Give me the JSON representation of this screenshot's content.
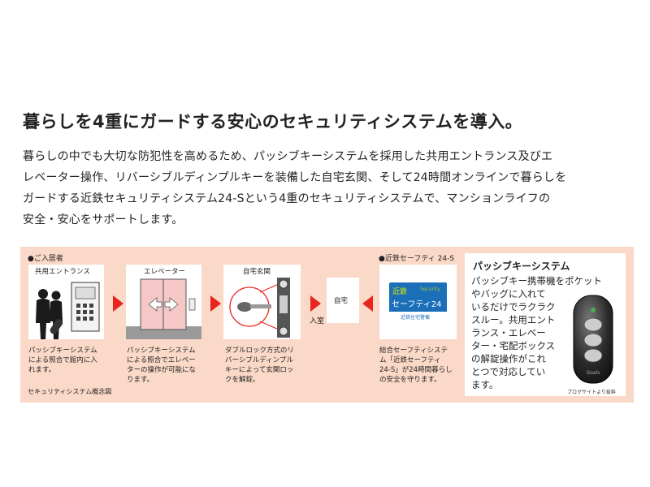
{
  "headline": "暮らしを4重にガードする安心のセキュリティシステムを導入。",
  "intro_lines": [
    "暮らしの中でも大切な防犯性を高めるため、パッシブキーシステムを採用した共用エントランス及びエ",
    "レベーター操作、リバーシブルディンプルキーを装備した自宅玄関、そして24時間オンラインで暮らしを",
    "ガードする近鉄セキュリティシステム24-Sという4重のセキュリティシステムで、マンションライフの",
    "安全・安心をサポートします。"
  ],
  "diagram": {
    "resident_label": "●ご入居者",
    "security_label": "●近鉄セーフティ 24-S",
    "concept_label": "セキュリティシステム概念図",
    "entrance": {
      "title": "共用エントランス",
      "caption": [
        "パッシブキーシステム",
        "による照合で館内に入",
        "れます。"
      ]
    },
    "elevator": {
      "title": "エレベーター",
      "caption": [
        "パッシブキーシステム",
        "による照合でエレベー",
        "ターの操作が可能にな",
        "ります。"
      ]
    },
    "door": {
      "title": "自宅玄関",
      "caption": [
        "ダブルロック方式のリ",
        "バーシブルディンプル",
        "キーによって玄関ロッ",
        "クを解錠。"
      ]
    },
    "entry_label": "入室",
    "home_label": "自宅",
    "safety": {
      "logo_top": "近鉄",
      "logo_tag": "Security",
      "logo_main": "セーフティ24",
      "logo_small": "近鉄住宅警備",
      "caption": [
        "総合セーフティシステ",
        "ム「近鉄セーフティ",
        "24-S」が24時間暮らし",
        "の安全を守ります。"
      ]
    },
    "passive": {
      "title": "パッシブキーシステム",
      "text": [
        "パッシブキー携帯機をポケット",
        "やバッグに入れて",
        "いるだけでラクラク",
        "スルー。共用エント",
        "ランス・エレベー",
        "ター・宅配ボックス",
        "の解錠操作がこれ",
        "とつで対応してい",
        "ます。"
      ],
      "credit": "プログサイトより抜粋",
      "fob_brand": "Goals"
    },
    "colors": {
      "panel_bg": "#fbd9c8",
      "arrow_red": "#e8251d",
      "logo_blue": "#1b6fb8",
      "logo_green": "#9bc540"
    }
  }
}
